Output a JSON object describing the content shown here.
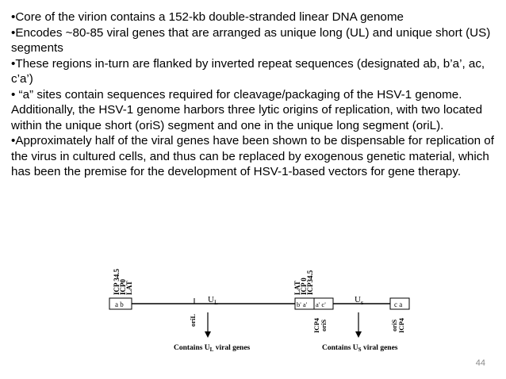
{
  "bullets": [
    "•Core of the virion contains a 152-kb double-stranded linear DNA genome",
    "•Encodes ~80-85 viral genes that are arranged as unique long (UL) and unique short (US) segments",
    "•These regions in-turn are flanked by inverted repeat sequences (designated ab, b’a’, ac, c’a’)",
    "• “a” sites contain sequences required for cleavage/packaging of the HSV-1 genome. Additionally, the HSV-1 genome harbors three lytic origins of replication, with two located within the unique short (oriS) segment and one in the unique long segment (oriL).",
    "•Approximately half of the viral genes have been shown to be dispensable for replication of the virus in cultured cells, and thus can be replaced by exogenous genetic material, which has been the premise for the development of HSV-1-based vectors for gene therapy."
  ],
  "diagram": {
    "left_genes": [
      "ICP 34.5",
      "ICP0",
      "LAT"
    ],
    "middle_genes": [
      "LAT",
      "ICP 0",
      "ICP34.5"
    ],
    "box_ab": "a b",
    "box_ba": "b' a'",
    "box_ac": "a' c'",
    "box_ca": "c a",
    "ul_label": "U",
    "ul_sub": "L",
    "us_label": "U",
    "us_sub": "s",
    "oril": "oriL",
    "icp4_left": "ICP4",
    "oris_left": "oriS",
    "oris_right": "oriS",
    "icp4_right": "ICP4",
    "contains_ul_prefix": "Contains U",
    "contains_ul_sub": "L",
    "contains_ul_suffix": " viral genes",
    "contains_us_prefix": "Contains U",
    "contains_us_sub": "S",
    "contains_us_suffix": " viral genes"
  },
  "page_number": "44"
}
